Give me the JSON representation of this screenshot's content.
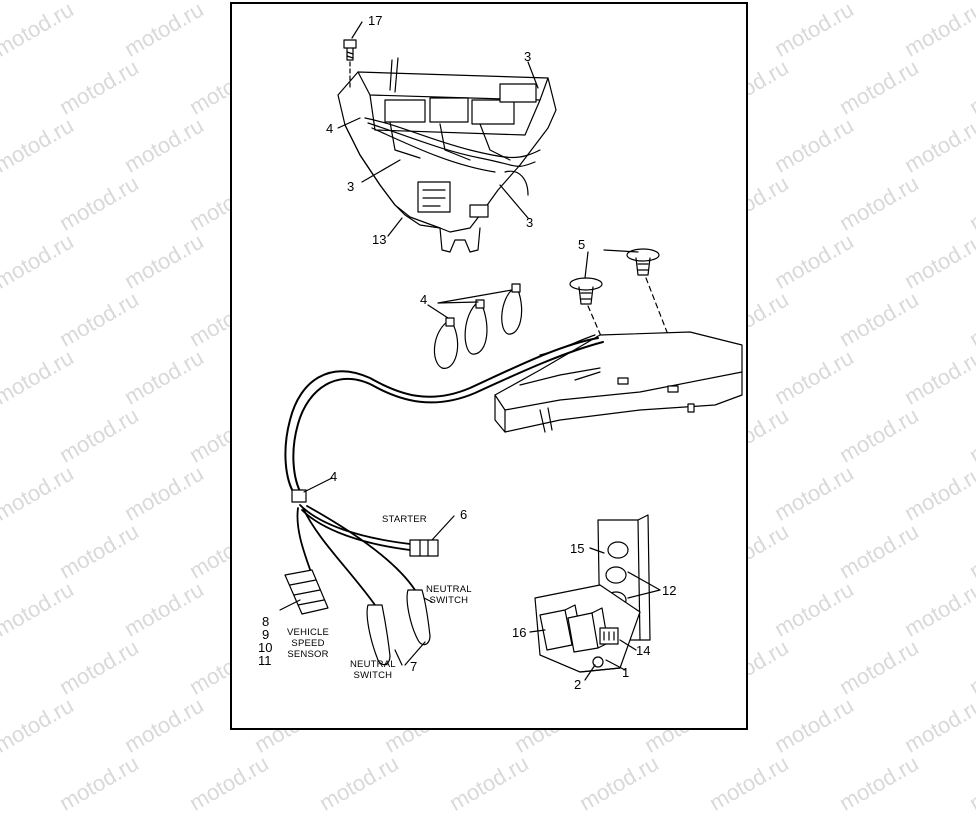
{
  "watermark": "motod.ru",
  "callouts": {
    "c17": "17",
    "c3_top": "3",
    "c4_top": "4",
    "c3_mid": "3",
    "c3_low": "3",
    "c13": "13",
    "c5": "5",
    "c4_clips": "4",
    "c4_harness": "4",
    "c6": "6",
    "c15": "15",
    "c12": "12",
    "c16": "16",
    "c14": "14",
    "c1": "1",
    "c2": "2",
    "c8": "8",
    "c9": "9",
    "c10": "10",
    "c11": "11",
    "c7": "7"
  },
  "labels": {
    "starter": "STARTER",
    "neutral_switch_right_1": "NEUTRAL",
    "neutral_switch_right_2": "SWITCH",
    "vss_1": "VEHICLE",
    "vss_2": "SPEED",
    "vss_3": "SENSOR",
    "neutral_switch_left_1": "NEUTRAL",
    "neutral_switch_left_2": "SWITCH"
  }
}
